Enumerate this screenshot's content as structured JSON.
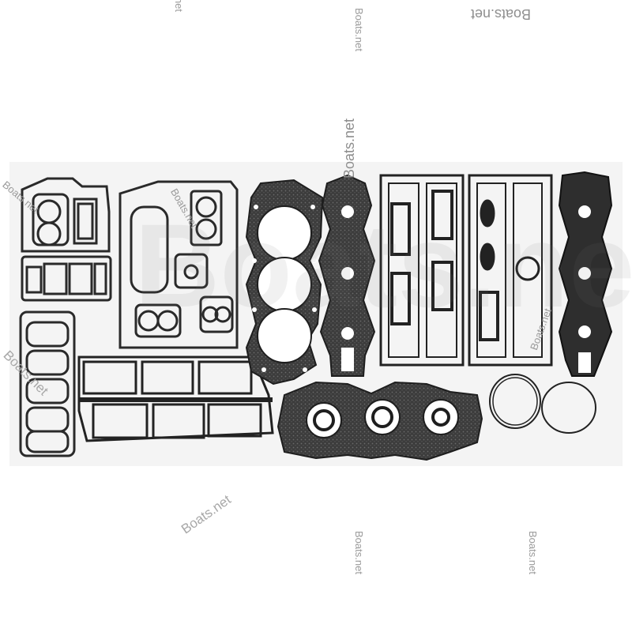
{
  "watermarks": {
    "site": "Boats.net",
    "site_lower": "Boats.net",
    "site_mixed": "Boats.net"
  },
  "colors": {
    "gasket_dark": "#2a2a2a",
    "gasket_mid": "#4a4a4a",
    "gasket_light": "#9a9a9a",
    "background": "#ffffff",
    "watermark": "#9a9a9a"
  },
  "content": {
    "subject": "gasket-kit-parts-photo"
  }
}
